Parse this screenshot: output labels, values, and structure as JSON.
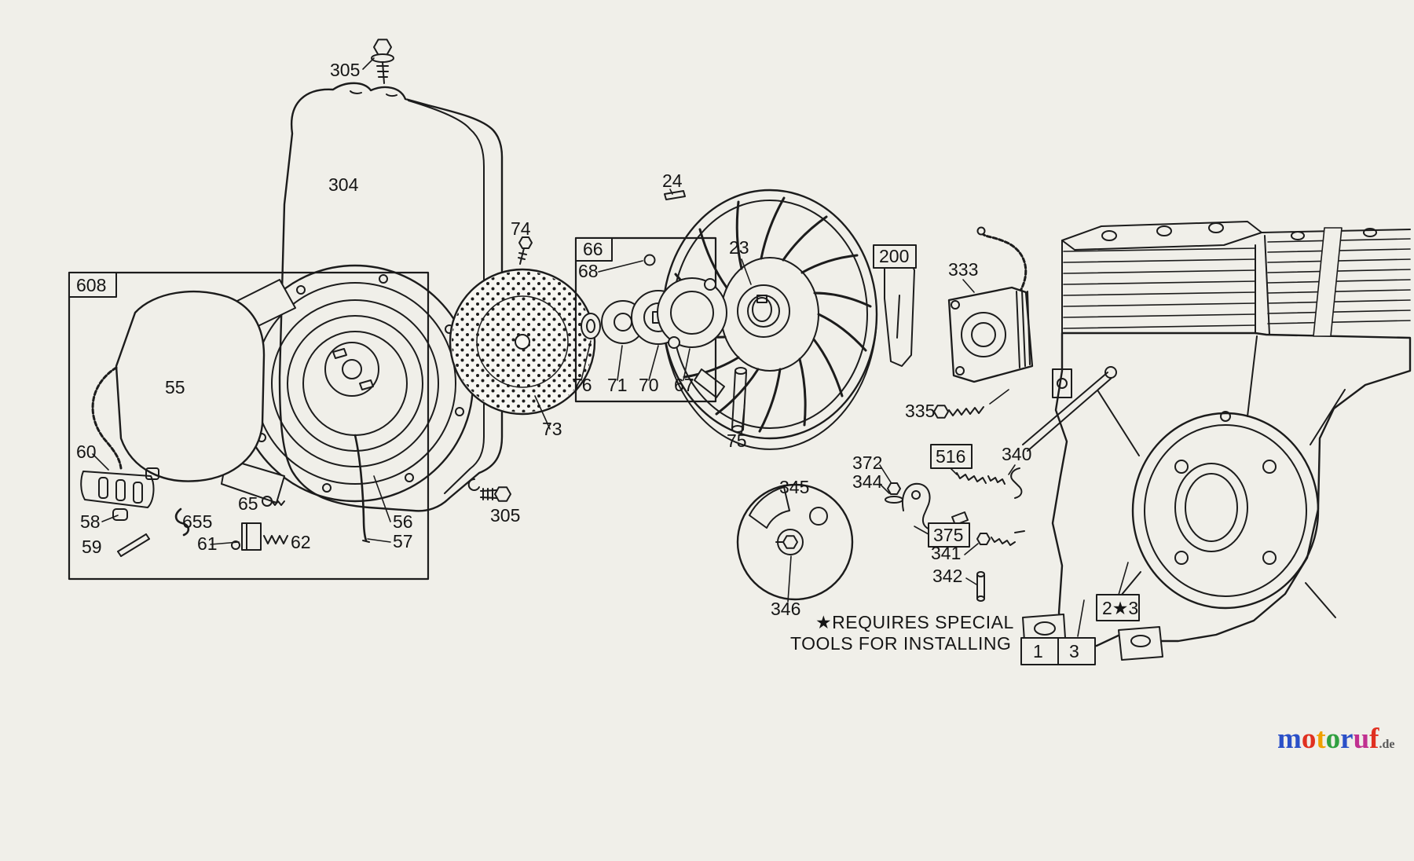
{
  "page": {
    "background": "#f0efe9",
    "ink": "#1c1c1c"
  },
  "note": {
    "line1": "★REQUIRES SPECIAL",
    "line2": "TOOLS FOR INSTALLING"
  },
  "labels": {
    "p305_top": "305",
    "p304": "304",
    "p74": "74",
    "p608": "608",
    "p55": "55",
    "p60": "60",
    "p58": "58",
    "p59": "59",
    "p655": "655",
    "p61": "61",
    "p62": "62",
    "p65": "65",
    "p56": "56",
    "p57": "57",
    "p305_side": "305",
    "p73": "73",
    "p66": "66",
    "p68": "68",
    "p76": "76",
    "p71": "71",
    "p70": "70",
    "p67": "67",
    "p24": "24",
    "p23": "23",
    "p75": "75",
    "p200": "200",
    "p333": "333",
    "p335": "335",
    "p372": "372",
    "p344": "344",
    "p516": "516",
    "p340": "340",
    "p345": "345",
    "p375": "375",
    "p341": "341",
    "p342": "342",
    "p346": "346",
    "p2star3": "2★3",
    "p1": "1",
    "p3": "3"
  },
  "watermark": {
    "tld": ".de",
    "letters": [
      {
        "ch": "m",
        "color": "#2b50c8"
      },
      {
        "ch": "o",
        "color": "#e03020"
      },
      {
        "ch": "t",
        "color": "#f0a000"
      },
      {
        "ch": "o",
        "color": "#30a040"
      },
      {
        "ch": "r",
        "color": "#2b50c8"
      },
      {
        "ch": "u",
        "color": "#c03090"
      },
      {
        "ch": "f",
        "color": "#e03020"
      }
    ]
  }
}
